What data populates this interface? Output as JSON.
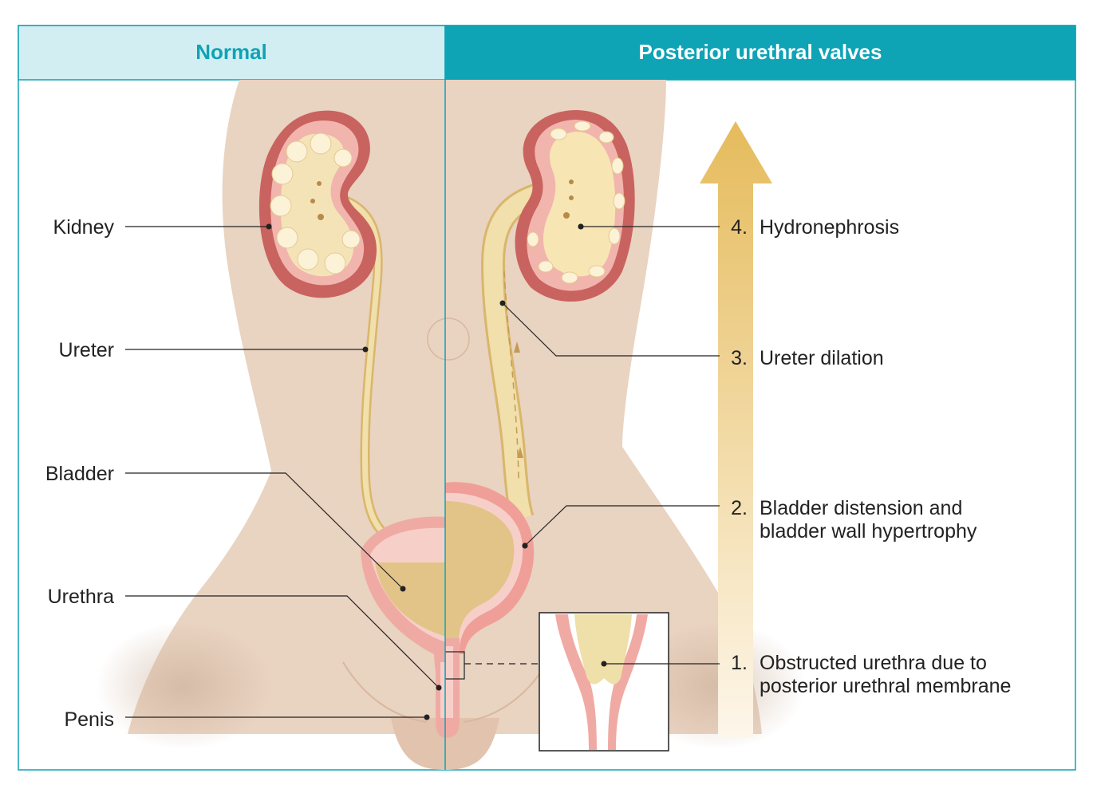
{
  "headers": {
    "normal": "Normal",
    "puv": "Posterior urethral valves"
  },
  "left_labels": {
    "kidney": "Kidney",
    "ureter": "Ureter",
    "bladder": "Bladder",
    "urethra": "Urethra",
    "penis": "Penis"
  },
  "steps": {
    "s4_num": "4.",
    "s4_line1": "Hydronephrosis",
    "s3_num": "3.",
    "s3_line1": "Ureter dilation",
    "s2_num": "2.",
    "s2_line1": "Bladder distension and",
    "s2_line2": "bladder wall hypertrophy",
    "s1_num": "1.",
    "s1_line1": "Obstructed urethra due to",
    "s1_line2": "posterior urethral membrane"
  },
  "colors": {
    "teal": "#0ea3b5",
    "teal_light": "#d3eef2",
    "skin": "#e9d3c1",
    "kidney_outer": "#d9776f",
    "kidney_inner": "#f3b9b3",
    "urine": "#efdfa9",
    "arrow": "#e8c26a"
  }
}
